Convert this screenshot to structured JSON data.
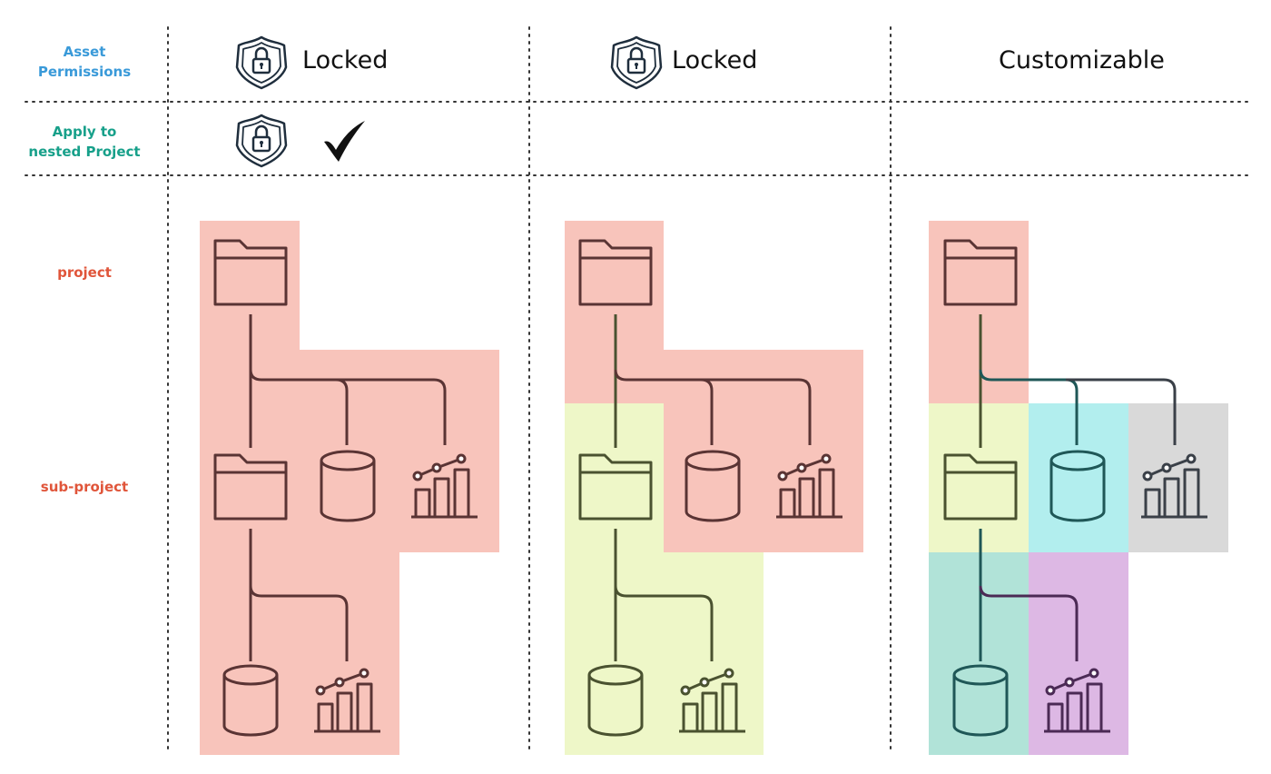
{
  "row_labels": {
    "asset_permissions": [
      "Asset",
      "Permissions"
    ],
    "apply_nested": [
      "Apply to",
      "nested Project"
    ],
    "project": "project",
    "sub_project": "sub-project"
  },
  "columns": [
    {
      "title": "Locked",
      "shield_icon": "shield-lock-icon",
      "applies_to_nested": true,
      "nested_icons": [
        "shield-lock-icon",
        "checkmark-icon"
      ]
    },
    {
      "title": "Locked",
      "shield_icon": "shield-lock-icon",
      "applies_to_nested": false
    },
    {
      "title": "Customizable",
      "applies_to_nested": false
    }
  ],
  "colors": {
    "label_blue": "#3a9ad9",
    "label_teal": "#17a08a",
    "label_red": "#e0553a",
    "zone_red": "#f8c4bb",
    "zone_lime": "#eef7c8",
    "zone_cyan": "#b2eeee",
    "zone_gray": "#d9d9d9",
    "zone_teal": "#b1e3d8",
    "zone_purple": "#ddb8e4",
    "stroke_red": "#5a3434",
    "stroke_olive": "#4a5230",
    "stroke_teal": "#1f5757",
    "stroke_slate": "#3a4048",
    "stroke_purple": "#4b2a55",
    "divider": "#333333"
  },
  "trees": [
    {
      "zones": [
        "zone_red"
      ],
      "nodes": [
        {
          "name": "project-folder-icon",
          "stroke": "stroke_red"
        },
        {
          "name": "subproject-folder-icon",
          "stroke": "stroke_red"
        },
        {
          "name": "database-icon",
          "stroke": "stroke_red"
        },
        {
          "name": "chart-icon",
          "stroke": "stroke_red"
        },
        {
          "name": "nested-database-icon",
          "stroke": "stroke_red"
        },
        {
          "name": "nested-chart-icon",
          "stroke": "stroke_red"
        }
      ]
    },
    {
      "zones": [
        "zone_red",
        "zone_lime"
      ],
      "nodes": [
        {
          "name": "project-folder-icon",
          "stroke": "stroke_red"
        },
        {
          "name": "subproject-folder-icon",
          "stroke": "stroke_olive"
        },
        {
          "name": "database-icon",
          "stroke": "stroke_red"
        },
        {
          "name": "chart-icon",
          "stroke": "stroke_red"
        },
        {
          "name": "nested-database-icon",
          "stroke": "stroke_olive"
        },
        {
          "name": "nested-chart-icon",
          "stroke": "stroke_olive"
        }
      ]
    },
    {
      "zones": [
        "zone_red",
        "zone_lime",
        "zone_cyan",
        "zone_gray",
        "zone_teal",
        "zone_purple"
      ],
      "nodes": [
        {
          "name": "project-folder-icon",
          "stroke": "stroke_red"
        },
        {
          "name": "subproject-folder-icon",
          "stroke": "stroke_olive"
        },
        {
          "name": "database-icon",
          "stroke": "stroke_teal"
        },
        {
          "name": "chart-icon",
          "stroke": "stroke_slate"
        },
        {
          "name": "nested-database-icon",
          "stroke": "stroke_teal"
        },
        {
          "name": "nested-chart-icon",
          "stroke": "stroke_purple"
        }
      ]
    }
  ]
}
